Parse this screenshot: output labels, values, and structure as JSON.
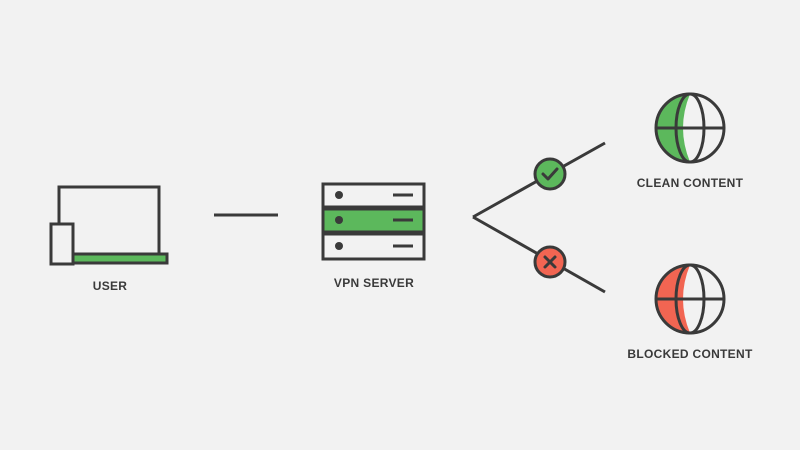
{
  "colors": {
    "background": "#f2f2f2",
    "stroke": "#3a3a3a",
    "green": "#5cb85c",
    "red": "#f26552"
  },
  "nodes": {
    "user": {
      "label": "USER",
      "icon": "laptop-icon"
    },
    "server": {
      "label": "VPN SERVER",
      "icon": "server-icon"
    },
    "clean": {
      "label": "CLEAN CONTENT",
      "icon": "globe-icon",
      "status_icon": "check-icon"
    },
    "blocked": {
      "label": "BLOCKED CONTENT",
      "icon": "globe-icon",
      "status_icon": "x-icon"
    }
  }
}
